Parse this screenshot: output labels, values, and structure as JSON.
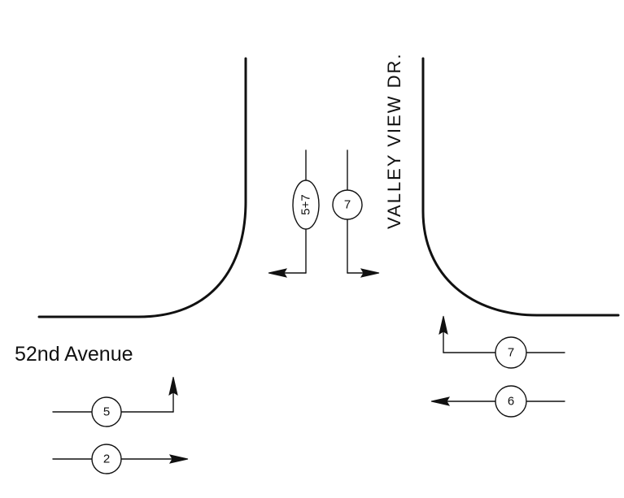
{
  "streets": {
    "main": "52nd Avenue",
    "side": "VALLEY VIEW DR."
  },
  "movements": {
    "southbound_left": {
      "phase": "5+7"
    },
    "southbound_right": {
      "phase": "7"
    },
    "westbound_left": {
      "phase": "7"
    },
    "westbound_through": {
      "phase": "6"
    },
    "eastbound_left": {
      "phase": "5"
    },
    "eastbound_through": {
      "phase": "2"
    }
  }
}
